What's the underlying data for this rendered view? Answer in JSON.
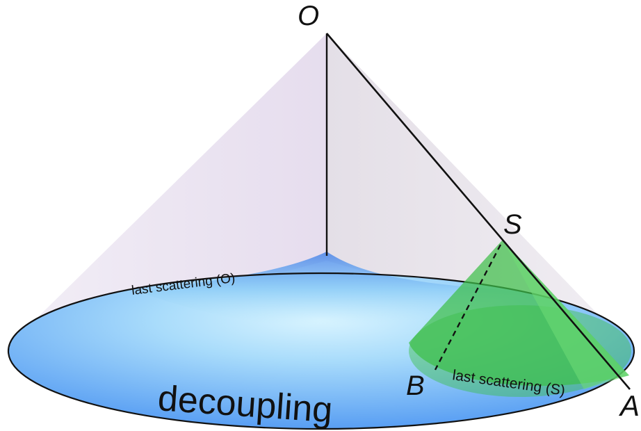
{
  "points": {
    "O": "O",
    "S": "S",
    "A": "A",
    "B": "B"
  },
  "labels": {
    "last_scattering_O": "last scattering (O)",
    "last_scattering_S": "last scattering (S)",
    "decoupling": "decoupling"
  },
  "colors": {
    "observer_cone_fill": "#ece4f1",
    "observer_cone_side": "#e2dde6",
    "decoupling_blue": "#5aa6f5",
    "decoupling_light": "#cfeefc",
    "source_cone_green": "#3fbf4a",
    "source_cone_dark": "#2f9a3a",
    "line": "#111111"
  }
}
